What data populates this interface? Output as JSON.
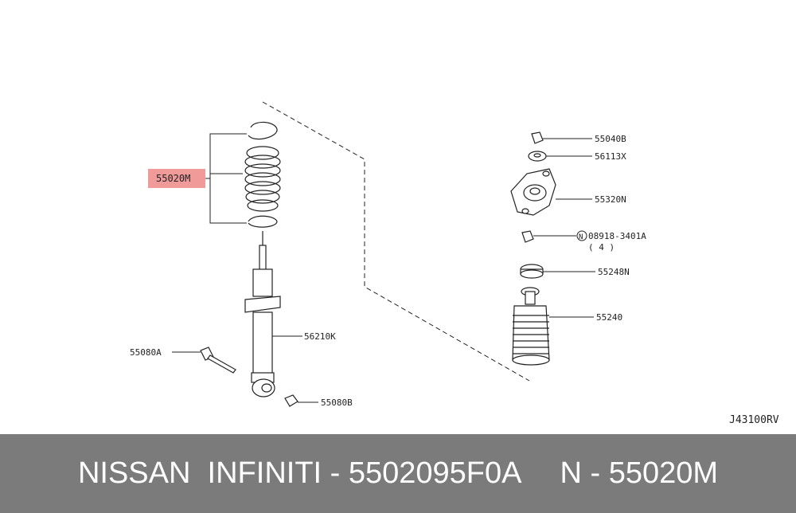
{
  "diagram": {
    "parts": {
      "spring": "55020M",
      "absorber": "56210K",
      "bolt": "55080A",
      "nut_lower": "55080B",
      "nut_top": "55040B",
      "washer": "56113X",
      "mount": "55320N",
      "nut_mount": "08918-3401A",
      "nut_mount_qty": "( 4 )",
      "bumper": "55248N",
      "boot": "55240"
    },
    "n_symbol": "N",
    "ref_code": "J43100RV",
    "highlight_color": "#f09a9a"
  },
  "footer": {
    "text_left": "NISSAN  INFINITI - 5502095F0A",
    "text_right": "N - 55020M",
    "background": "#7b7b7b"
  }
}
